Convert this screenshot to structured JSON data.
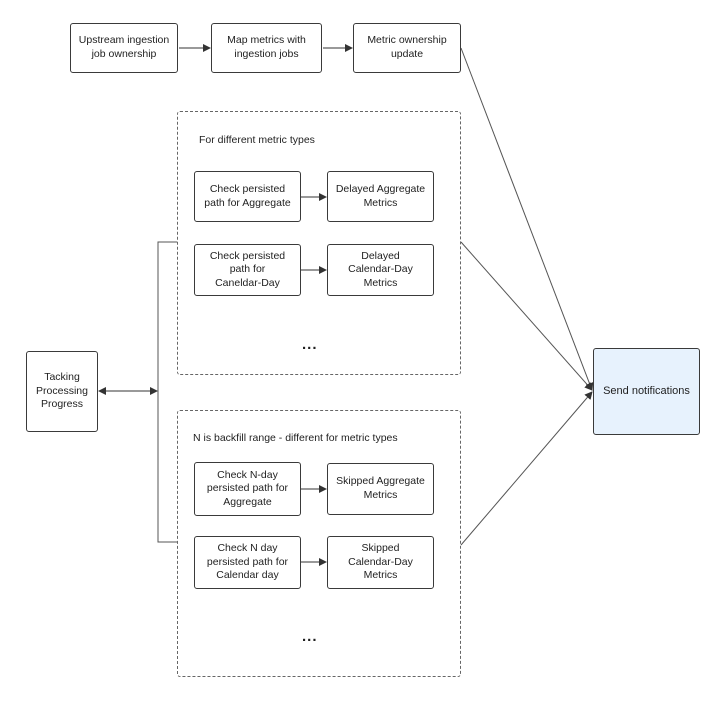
{
  "nodes": {
    "upstream": "Upstream ingestion\njob ownership",
    "map_metrics": "Map metrics with\ningestion jobs",
    "ownership_update": "Metric ownership\nupdate",
    "check_aggregate": "Check persisted\npath for Aggregate",
    "delayed_aggregate": "Delayed Aggregate\nMetrics",
    "check_calendar": "Check persisted\npath for\nCaneldar-Day",
    "delayed_calendar": "Delayed\nCalendar-Day\nMetrics",
    "tracking": "Tacking\nProcessing\nProgress",
    "send": "Send notifications",
    "check_nday_aggregate": "Check N-day\npersisted path for\nAggregate",
    "skipped_aggregate": "Skipped Aggregate\nMetrics",
    "check_nday_calendar": "Check N day\npersisted path for\nCalendar day",
    "skipped_calendar": "Skipped\nCalendar-Day\nMetrics"
  },
  "groups": {
    "delayed_label": "For different metric types",
    "skipped_label": "N is backfill range - different for metric types",
    "ellipsis": "..."
  },
  "colors": {
    "highlight_fill": "#e7f2fd",
    "stroke": "#3a3a3a"
  }
}
